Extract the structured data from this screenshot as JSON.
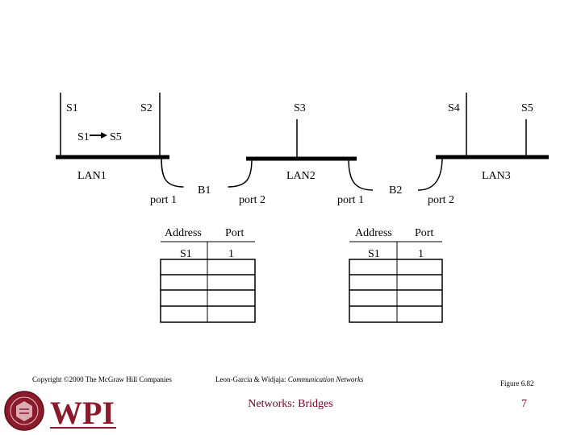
{
  "stations": [
    {
      "id": "s1",
      "label": "S1"
    },
    {
      "id": "s2",
      "label": "S2"
    },
    {
      "id": "s3",
      "label": "S3"
    },
    {
      "id": "s4",
      "label": "S4"
    },
    {
      "id": "s5",
      "label": "S5"
    }
  ],
  "frame": {
    "from": "S1",
    "to": "S5"
  },
  "lans": [
    "LAN1",
    "LAN2",
    "LAN3"
  ],
  "bridges": [
    {
      "label": "B1",
      "port_left": "port 1",
      "port_right": "port 2",
      "table": {
        "headers": [
          "Address",
          "Port"
        ],
        "rows": [
          [
            "S1",
            "1"
          ]
        ]
      }
    },
    {
      "label": "B2",
      "port_left": "port 1",
      "port_right": "port 2",
      "table": {
        "headers": [
          "Address",
          "Port"
        ],
        "rows": [
          [
            "S1",
            "1"
          ]
        ]
      }
    }
  ],
  "footer": {
    "copyright": "Copyright ©2000 The McGraw Hill Companies",
    "authors": "Leon-Garcia & Widjaja:",
    "book": "Communication Networks",
    "figure": "Figure 6.82",
    "title": "Networks: Bridges",
    "page": "7",
    "logo_text": "WPI"
  }
}
